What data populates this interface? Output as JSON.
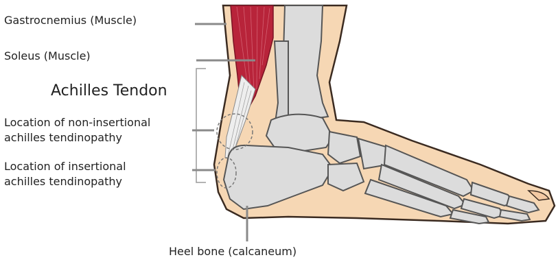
{
  "labels": {
    "gastrocnemius": "Gastrocnemius (Muscle)",
    "soleus": "Soleus (Muscle)",
    "achilles_tendon": "Achilles Tendon",
    "non_insertional": [
      "Location of non-insertional",
      "achilles tendinopathy"
    ],
    "insertional": [
      "Location of insertional",
      "achilles tendinopathy"
    ],
    "heel_bone": "Heel bone (calcaneum)"
  },
  "colors": {
    "skin": "#f6d7b4",
    "skin_outline": "#3a2a20",
    "bone": "#dcdcdc",
    "bone_outline": "#555555",
    "muscle": "#b8243a",
    "tendon": "#e9e9e9",
    "pointer": "#8a8a8a",
    "text": "#222222"
  }
}
